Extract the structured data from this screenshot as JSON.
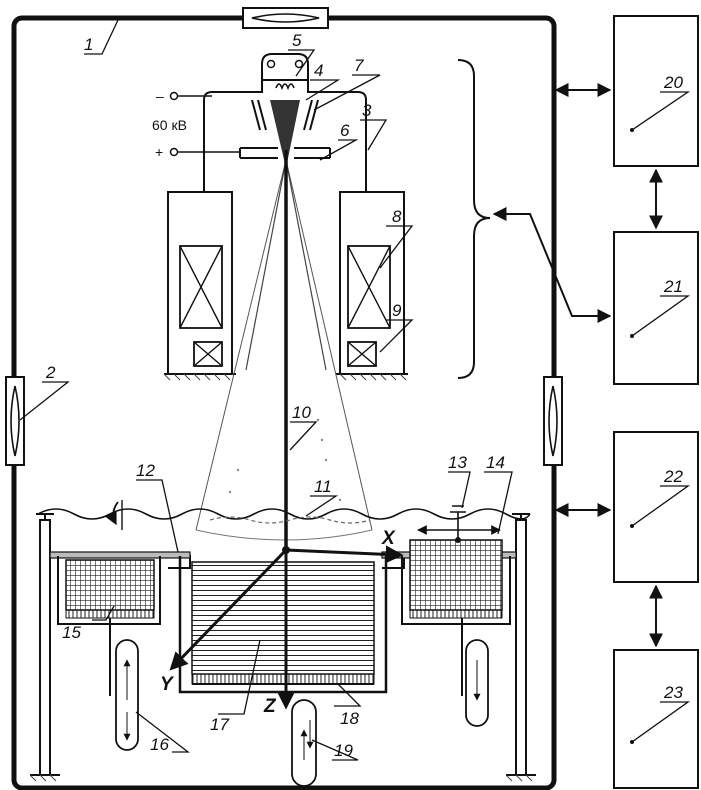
{
  "labels": {
    "n1": "1",
    "n2": "2",
    "n3": "3",
    "n4": "4",
    "n5": "5",
    "n6": "6",
    "n7": "7",
    "n8": "8",
    "n9": "9",
    "n10": "10",
    "n11": "11",
    "n12": "12",
    "n13": "13",
    "n14": "14",
    "n15": "15",
    "n16": "16",
    "n17": "17",
    "n18": "18",
    "n19": "19",
    "n20": "20",
    "n21": "21",
    "n22": "22",
    "n23": "23"
  },
  "voltage": {
    "minus": "–",
    "value": "60 кВ",
    "plus": "+"
  },
  "axes": {
    "x": "X",
    "y": "Y",
    "z": "Z"
  }
}
